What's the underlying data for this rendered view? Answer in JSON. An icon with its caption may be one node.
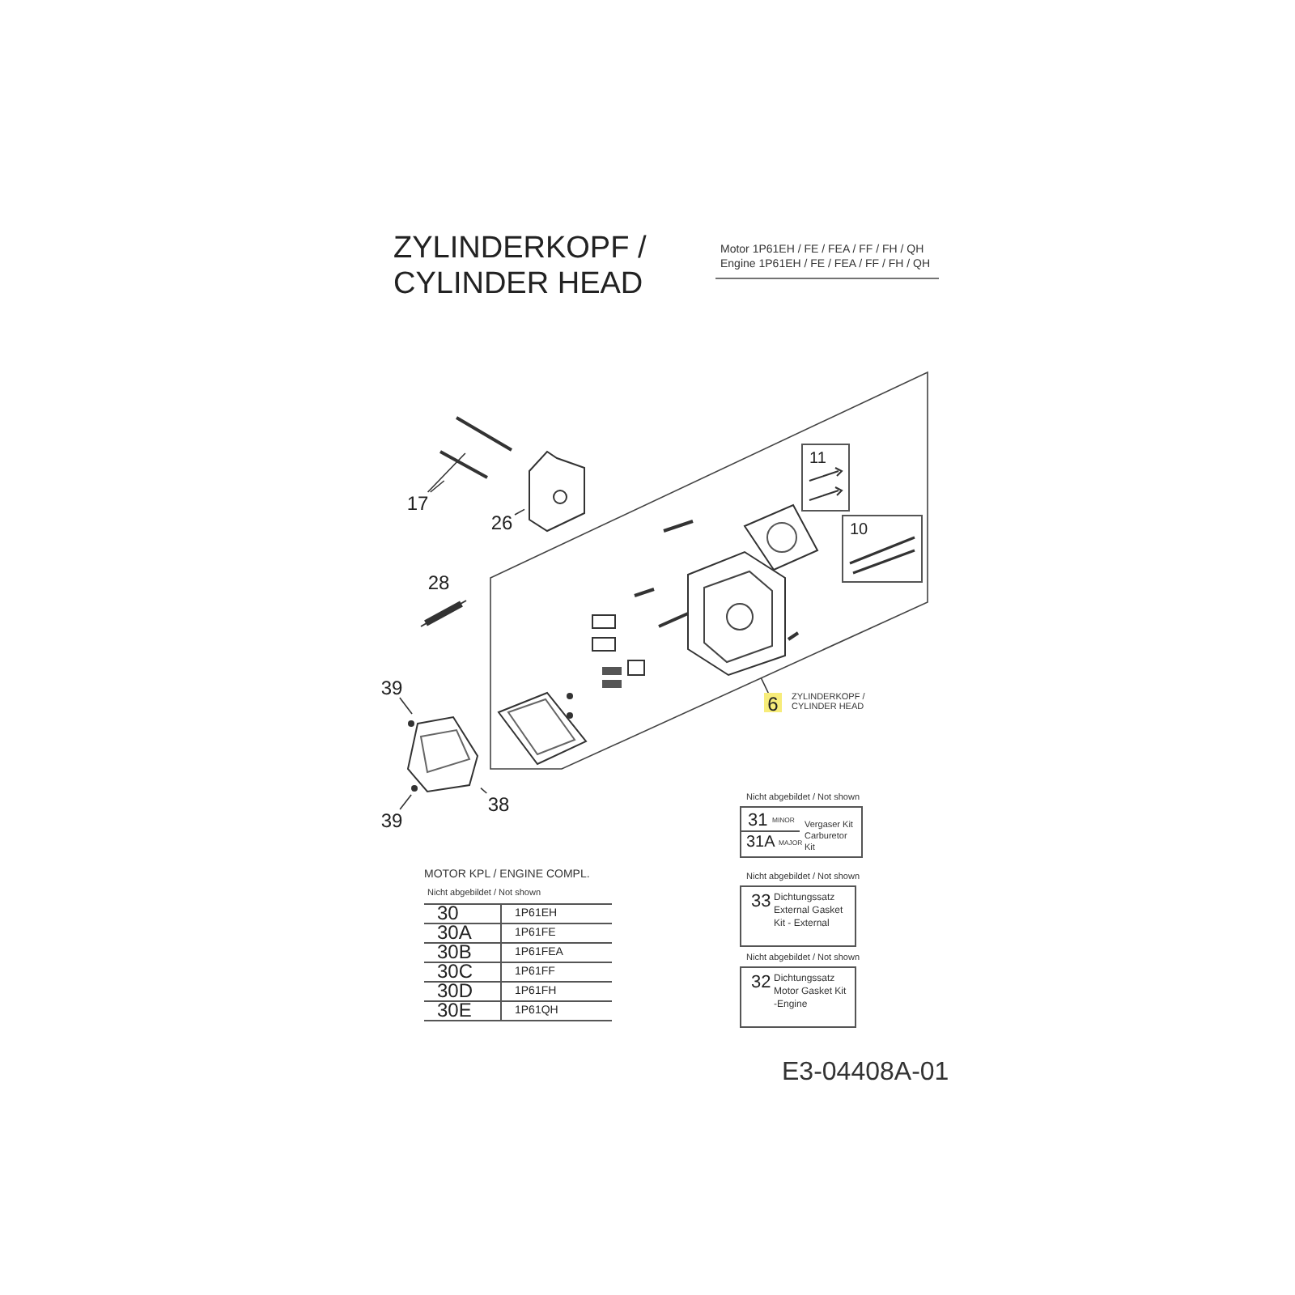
{
  "diagram": {
    "title": "ZYLINDERKOPF / CYLINDER HEAD",
    "nodes": [
      {
        "text": [
          "17"
        ]
      },
      {
        "text": [],
        "shape": "picture"
      },
      {
        "text": [],
        "shape": "picture"
      },
      {
        "text": [
          "26"
        ]
      },
      {
        "text": [],
        "shape": "picture"
      },
      {
        "text": [
          "39"
        ]
      },
      {
        "text": [
          "39"
        ]
      },
      {
        "text": [
          "38"
        ]
      },
      {
        "text": [],
        "shape": "picture"
      },
      {
        "text": [
          "11"
        ]
      },
      {
        "text": [
          "10"
        ]
      },
      {
        "text": [
          "6"
        ],
        "beside": [
          "ZYLINDERKOPF / CYLINDER HEAD"
        ]
      },
      {
        "text": [],
        "shape": "picture"
      },
      {
        "text": [
          "31",
          "MINOR",
          "31A",
          "MAJOR",
          "Vergaser Kit Carburetor Kit"
        ],
        "beside": [
          "Nicht abgebildet / Not shown"
        ]
      },
      {
        "text": [
          "33",
          "Dichtungssatz External Gasket Kit - External"
        ],
        "beside": [
          "Nicht abgebildet / Not shown"
        ]
      },
      {
        "text": [
          "32",
          "Dichtungssatz Motor Gasket Kit -Engine"
        ],
        "beside": [
          "Nicht abgebildet / Not shown"
        ]
      }
    ],
    "edges": [
      {
        "from": 0,
        "to": 1,
        "arrow": "none"
      },
      {
        "from": 0,
        "to": 2,
        "arrow": "none"
      },
      {
        "from": 3,
        "to": 4,
        "arrow": "none"
      },
      {
        "from": 5,
        "to": 8,
        "arrow": "none"
      },
      {
        "from": 6,
        "to": 8,
        "arrow": "none"
      },
      {
        "from": 7,
        "to": 8,
        "arrow": "none"
      },
      {
        "from": 11,
        "to": 12,
        "arrow": "none"
      }
    ],
    "labels": [
      "Motor 1P61EH / FE / FEA / FF / FH / QH",
      "Engine 1P61EH / FE / FEA / FF / FH / QH",
      "28",
      "MOTOR KPL / ENGINE COMPL.",
      "Nicht abgebildet / Not shown",
      "30",
      "1P61EH",
      "30A",
      "1P61FE",
      "30B",
      "1P61FEA",
      "30C",
      "1P61FF",
      "30D",
      "1P61FH",
      "30E",
      "1P61QH",
      "E3-04408A-01"
    ]
  }
}
